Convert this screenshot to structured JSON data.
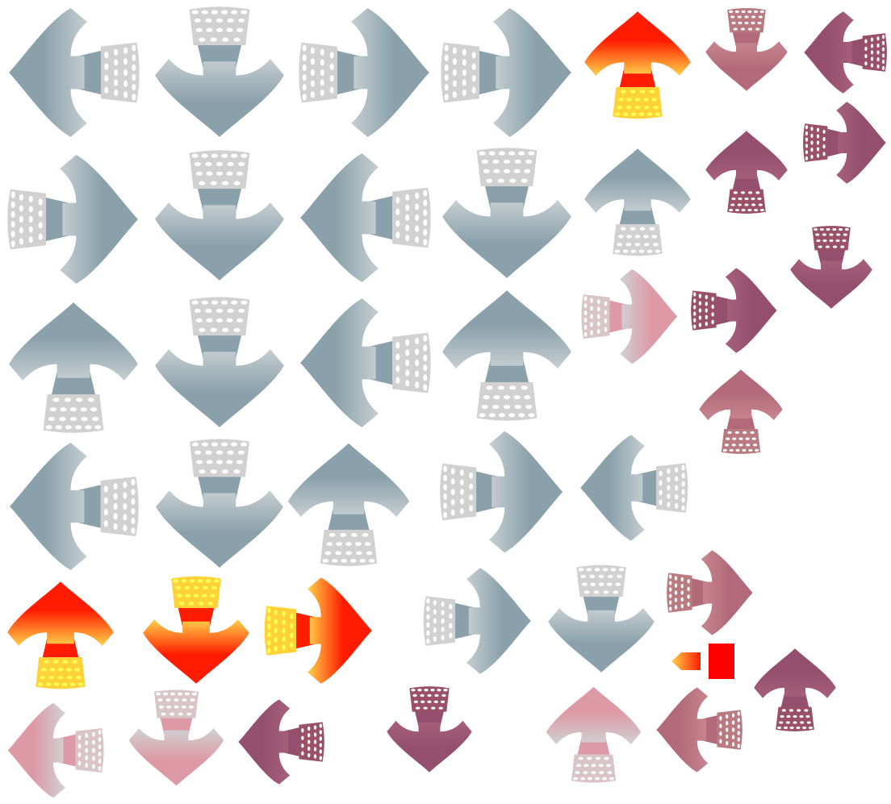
{
  "game": {
    "theme_colors": {
      "slate": [
        "#c6ced2",
        "#8aa1ab"
      ],
      "rose": [
        "#cfd2d4",
        "#dd9aa6"
      ],
      "mauve": [
        "#c8858f",
        "#b26a7a"
      ],
      "plum": [
        "#a6607a",
        "#944f6e"
      ],
      "fire": [
        "#ffd24a",
        "#ff1c00"
      ],
      "speckle": {
        "slate": "#d1d1d1",
        "rose": "#d9c4c8",
        "mauve": "#b97a82",
        "plum": "#9a5168",
        "fire": "#ffd23a"
      },
      "dot": "#ffffff",
      "fire_dot": "#ffff55"
    },
    "pieces": [
      {
        "icon": "arrow-left-icon",
        "color": "slate"
      },
      {
        "icon": "arrow-down-icon",
        "color": "slate"
      },
      {
        "icon": "arrow-right-icon",
        "color": "slate"
      },
      {
        "icon": "arrow-right-icon",
        "color": "slate"
      },
      {
        "icon": "arrow-up-icon",
        "color": "fire"
      },
      {
        "icon": "arrow-down-icon",
        "color": "mauve"
      },
      {
        "icon": "arrow-left-icon",
        "color": "plum"
      },
      {
        "icon": "arrow-right-icon",
        "color": "slate"
      },
      {
        "icon": "arrow-down-icon",
        "color": "slate"
      },
      {
        "icon": "arrow-left-icon",
        "color": "slate"
      },
      {
        "icon": "arrow-down-icon",
        "color": "slate"
      },
      {
        "icon": "arrow-up-icon",
        "color": "slate"
      },
      {
        "icon": "arrow-up-icon",
        "color": "plum"
      },
      {
        "icon": "arrow-right-icon",
        "color": "plum"
      },
      {
        "icon": "arrow-up-icon",
        "color": "slate"
      },
      {
        "icon": "arrow-down-icon",
        "color": "slate"
      },
      {
        "icon": "arrow-left-icon",
        "color": "slate"
      },
      {
        "icon": "arrow-up-icon",
        "color": "slate"
      },
      {
        "icon": "arrow-right-icon",
        "color": "rose"
      },
      {
        "icon": "arrow-right-icon",
        "color": "plum"
      },
      {
        "icon": "arrow-down-icon",
        "color": "plum"
      },
      {
        "icon": "arrow-up-icon",
        "color": "mauve"
      },
      {
        "icon": "arrow-left-icon",
        "color": "slate"
      },
      {
        "icon": "arrow-down-icon",
        "color": "slate"
      },
      {
        "icon": "arrow-up-icon",
        "color": "slate"
      },
      {
        "icon": "arrow-right-icon",
        "color": "slate"
      },
      {
        "icon": "arrow-left-icon",
        "color": "slate"
      },
      {
        "icon": "arrow-up-icon",
        "color": "fire"
      },
      {
        "icon": "arrow-down-icon",
        "color": "fire"
      },
      {
        "icon": "arrow-right-icon",
        "color": "fire"
      },
      {
        "icon": "arrow-right-icon",
        "color": "slate"
      },
      {
        "icon": "arrow-down-icon",
        "color": "slate"
      },
      {
        "icon": "arrow-right-icon",
        "color": "mauve"
      },
      {
        "icon": "arrow-up-icon",
        "color": "plum"
      },
      {
        "icon": "arrow-left-icon",
        "color": "rose"
      },
      {
        "icon": "arrow-down-icon",
        "color": "rose"
      },
      {
        "icon": "arrow-left-icon",
        "color": "plum"
      },
      {
        "icon": "arrow-down-icon",
        "color": "plum"
      },
      {
        "icon": "arrow-up-icon",
        "color": "rose"
      },
      {
        "icon": "arrow-left-icon",
        "color": "mauve"
      }
    ],
    "cursor": {
      "icon": "arrow-left-small-icon",
      "color": "fire"
    },
    "marker": {
      "icon": "red-square-icon",
      "color": "#ff0000"
    }
  }
}
